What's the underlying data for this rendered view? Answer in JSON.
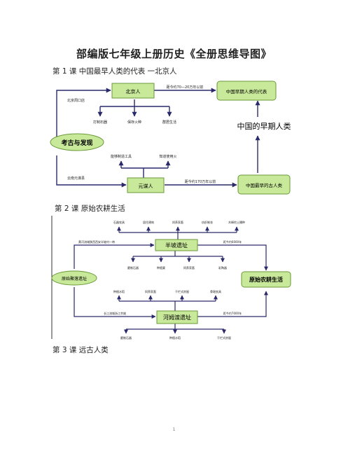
{
  "title": "部编版七年级上册历史《全册思维导图》",
  "lesson1": {
    "heading": "第 1 课  中国最早人类的代表 一北京人",
    "nodes": {
      "beijing_man": "北京人",
      "earliest_rep": "中国早期人类的代表",
      "archaeology": "考古与发现",
      "early_humans": "中国的早期人类",
      "yuanmou_man": "元谋人",
      "earliest_ancient": "中国最早的古人类"
    },
    "labels": {
      "zhoukoudian": "北京周口店",
      "time_beijing": "距今约70—20万年以前",
      "stone_tools": "打制石器",
      "keep_fire": "保存火种",
      "group_life": "群居生活",
      "yuanmou_county": "云南元谋县",
      "stone_tools2": "能够制造工具",
      "use_fire": "知道使用火",
      "time_yuanmou": "距今约170万年以前"
    }
  },
  "lesson2": {
    "heading": "第 2 课   原始农耕生活",
    "nodes": {
      "banpo": "半坡遗址",
      "hemudu": "河姆渡遗址",
      "primitive_sites": "原始聚落遗址",
      "agriculture": "原始农耕生活"
    },
    "top_labels": [
      "石器农具",
      "居住建筑",
      "饲养家畜",
      "纺织制衣",
      "木棒挖土播种"
    ],
    "banpo_left": "黄河流域陕西西安半坡村一带",
    "banpo_time": "距今约6000年",
    "banpo_bottom": [
      "磨制石器",
      "种植粟",
      "饲养家畜",
      "彩陶器"
    ],
    "hemudu_top": [
      "种植水稻",
      "饲养家畜",
      "干栏式房屋",
      "骨耜农具"
    ],
    "hemudu_left": "长江流域浙江余姚",
    "hemudu_time": "距今约7000年",
    "hemudu_bottom": [
      "磨制石器",
      "种植水稻",
      "干栏式房屋"
    ]
  },
  "lesson3": {
    "heading": "第 3 课   远古人类"
  },
  "page_number": "1",
  "colors": {
    "node_fill": "#c8e89a",
    "node_stroke": "#6a9a3a",
    "arrow": "#2a2a6a",
    "text": "#222222"
  }
}
